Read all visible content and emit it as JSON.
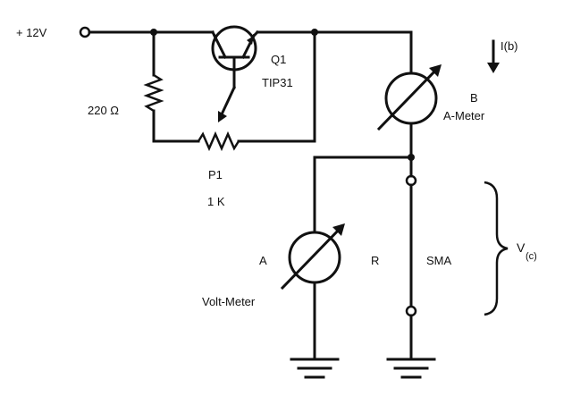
{
  "labels": {
    "supply": "+ 12V",
    "resistor": "220 Ω",
    "transistor_ref": "Q1",
    "transistor_part": "TIP31",
    "current": "I(b)",
    "ammeter_letter": "B",
    "ammeter_name": "A-Meter",
    "pot_ref": "P1",
    "pot_value": "1 K",
    "voltmeter_letter": "A",
    "voltmeter_r": "R",
    "voltmeter_name": "Volt-Meter",
    "device": "SMA",
    "voltage_main": "V",
    "voltage_sub": "(c)"
  },
  "colors": {
    "ink": "#111111",
    "background": "#ffffff"
  }
}
